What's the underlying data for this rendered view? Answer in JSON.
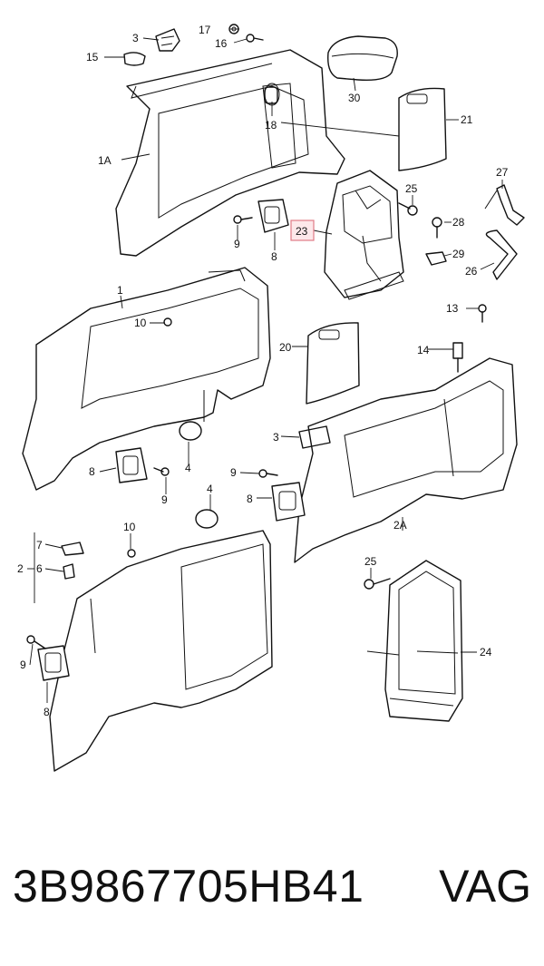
{
  "diagram": {
    "labels": {
      "l1a": "1A",
      "l1": "1",
      "l2": "2",
      "l2a": "2A",
      "l3a": "3",
      "l3b": "3",
      "l4a": "4",
      "l4b": "4",
      "l6": "6",
      "l7": "7",
      "l8a": "8",
      "l8b": "8",
      "l8c": "8",
      "l8d": "8",
      "l9a": "9",
      "l9b": "9",
      "l9c": "9",
      "l9d": "9",
      "l10a": "10",
      "l10b": "10",
      "l13": "13",
      "l14": "14",
      "l15": "15",
      "l16": "16",
      "l17": "17",
      "l18": "18",
      "l20": "20",
      "l21": "21",
      "l23": "23",
      "l24": "24",
      "l25a": "25",
      "l25b": "25",
      "l26": "26",
      "l27": "27",
      "l28": "28",
      "l29": "29",
      "l30": "30"
    },
    "highlighted_part": "23",
    "highlight_color": "#e07b87"
  },
  "footer": {
    "part_number": "3B9867705HB41",
    "brand": "VAG"
  }
}
